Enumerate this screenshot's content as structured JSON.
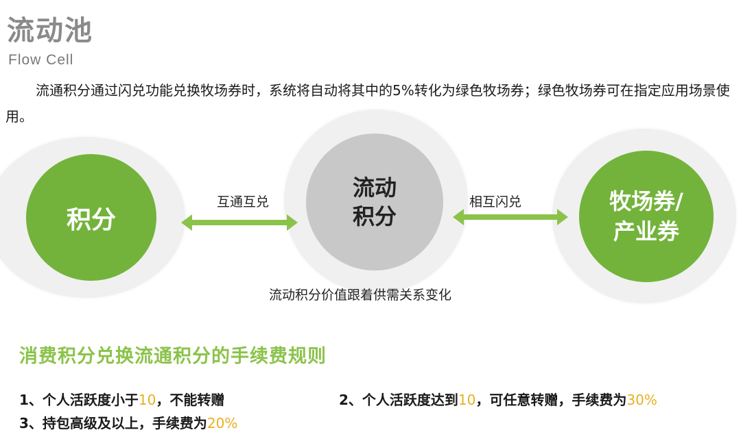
{
  "header": {
    "title": "流动池",
    "subtitle": "Flow Cell"
  },
  "intro": "流通积分通过闪兑功能兑换牧场券时，系统将自动将其中的5%转化为绿色牧场券；绿色牧场券可在指定应用场景使用。",
  "diagram": {
    "left_node": "积分",
    "center_node_line1": "流动",
    "center_node_line2": "积分",
    "right_node_line1": "牧场券/",
    "right_node_line2": "产业券",
    "left_arrow_label": "互通互兑",
    "right_arrow_label": "相互闪兑",
    "center_note": "流动积分价值跟着供需关系变化",
    "colors": {
      "green": "#73b33b",
      "grey_node": "#c8c8c8",
      "halo": "#f0f0f0",
      "arrow": "#8bc34a"
    }
  },
  "rules": {
    "heading": "消费积分兑换流通积分的手续费规则",
    "highlight_color": "#e8b020",
    "r1_pre": "1、个人活跃度小于",
    "r1_num": "10",
    "r1_post": "，不能转赠",
    "r2_pre": "2、个人活跃度达到",
    "r2_num": "10",
    "r2_mid": "，可任意转赠，手续费为",
    "r2_pct": "30%",
    "r3_pre": "3、持包高级及以上，手续费为",
    "r3_pct": "20%"
  }
}
